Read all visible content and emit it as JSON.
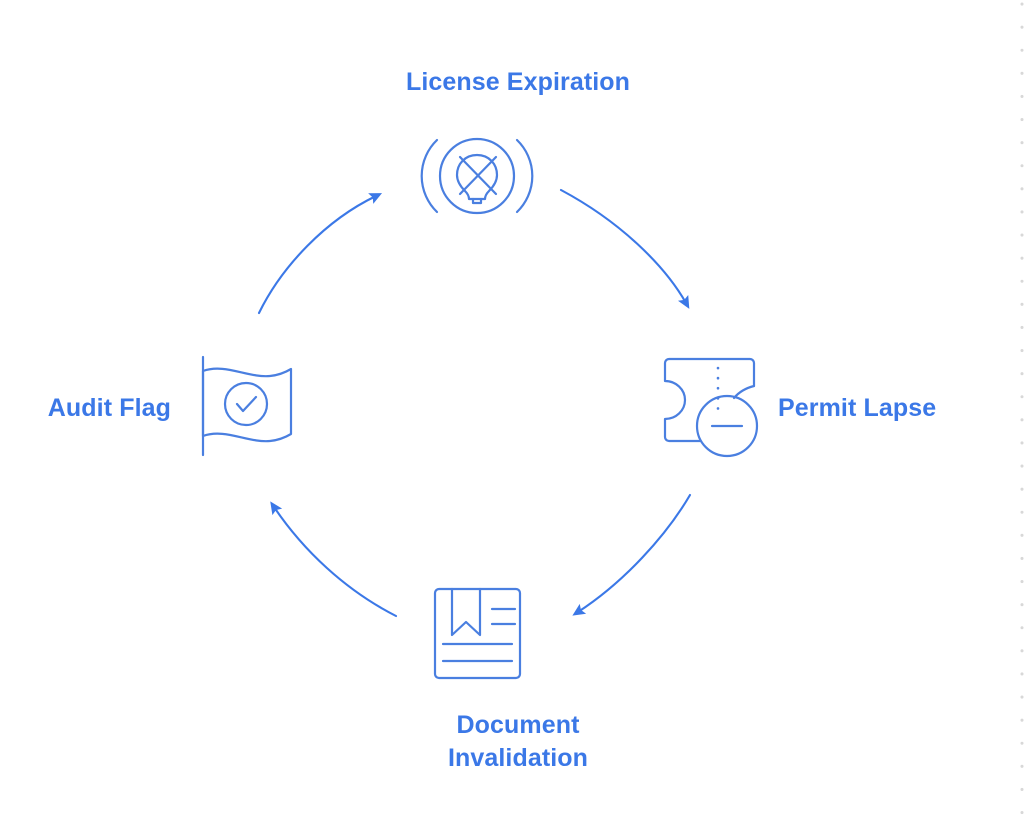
{
  "diagram": {
    "type": "cycle",
    "direction": "clockwise",
    "background_color": "#ffffff",
    "accent_color": "#3b78e7",
    "stroke_color": "#4a7fe0",
    "arrow_color": "#3b78e7",
    "edge_marker_color": "#d8d8d8",
    "nodes": [
      {
        "id": "license-expiration",
        "label": "License Expiration",
        "position": "top",
        "icon": "broadcast-signal-off-icon"
      },
      {
        "id": "permit-lapse",
        "label": "Permit Lapse",
        "position": "right",
        "icon": "ticket-minus-icon"
      },
      {
        "id": "document-invalidation",
        "label": "Document\nInvalidation",
        "position": "bottom",
        "icon": "document-bookmark-icon"
      },
      {
        "id": "audit-flag",
        "label": "Audit Flag",
        "position": "left",
        "icon": "flag-check-icon"
      }
    ],
    "connectors": [
      {
        "id": "arrow-top-to-right",
        "from": "license-expiration",
        "to": "permit-lapse"
      },
      {
        "id": "arrow-right-to-bottom",
        "from": "permit-lapse",
        "to": "document-invalidation"
      },
      {
        "id": "arrow-bottom-to-left",
        "from": "document-invalidation",
        "to": "audit-flag"
      },
      {
        "id": "arrow-left-to-top",
        "from": "audit-flag",
        "to": "license-expiration"
      }
    ]
  }
}
